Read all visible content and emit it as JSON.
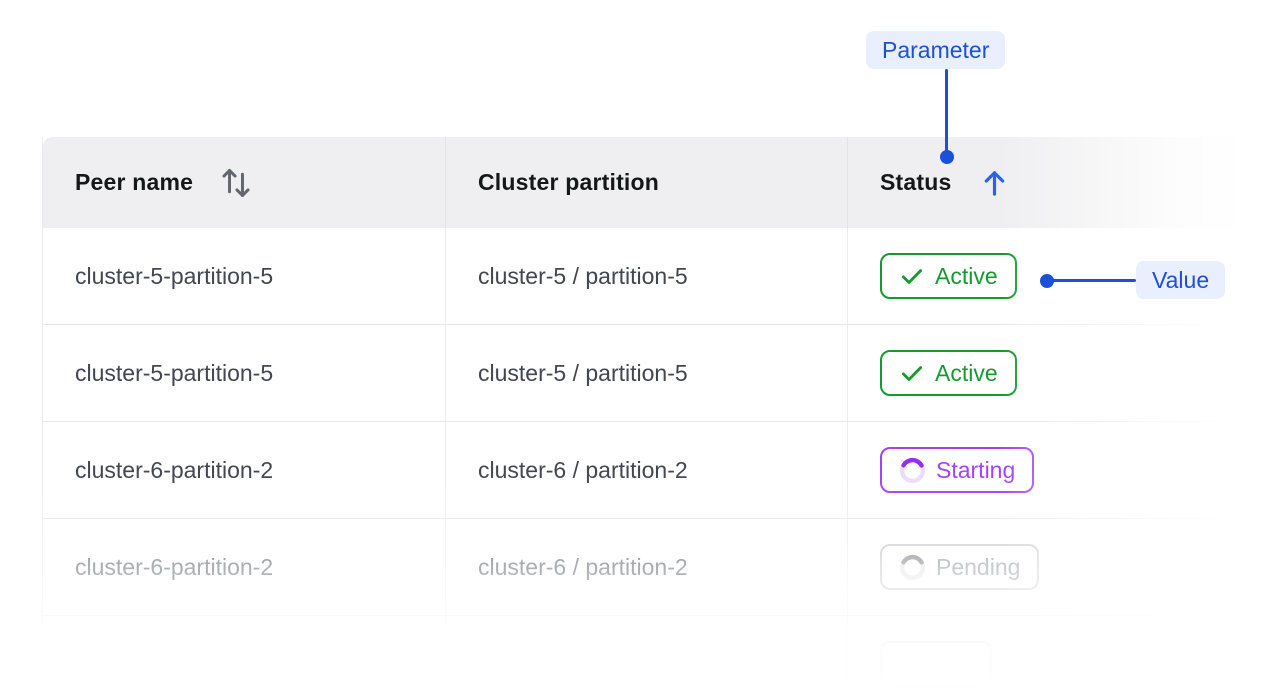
{
  "annotations": {
    "parameter": "Parameter",
    "value": "Value"
  },
  "colors": {
    "accent_blue": "#1C50D8",
    "sort_arrow_blue": "#2A63E9",
    "annotation_bg": "#E9EFFC",
    "active_green": "#159A30",
    "starting_purple": "#A640F7",
    "pending_gray": "#85888F",
    "header_bg": "#EFEFF1"
  },
  "table": {
    "columns": [
      {
        "label": "Peer name",
        "sort": "toggle"
      },
      {
        "label": "Cluster partition",
        "sort": "none"
      },
      {
        "label": "Status",
        "sort": "ascending"
      }
    ],
    "rows": [
      {
        "peer_name": "cluster-5-partition-5",
        "cluster_partition": "cluster-5 / partition-5",
        "status": "Active",
        "status_type": "active"
      },
      {
        "peer_name": "cluster-5-partition-5",
        "cluster_partition": "cluster-5 / partition-5",
        "status": "Active",
        "status_type": "active"
      },
      {
        "peer_name": "cluster-6-partition-2",
        "cluster_partition": "cluster-6 / partition-2",
        "status": "Starting",
        "status_type": "starting"
      },
      {
        "peer_name": "cluster-6-partition-2",
        "cluster_partition": "cluster-6 / partition-2",
        "status": "Pending",
        "status_type": "pending"
      },
      {
        "peer_name": "",
        "cluster_partition": "",
        "status": "",
        "status_type": "ghost"
      }
    ]
  }
}
